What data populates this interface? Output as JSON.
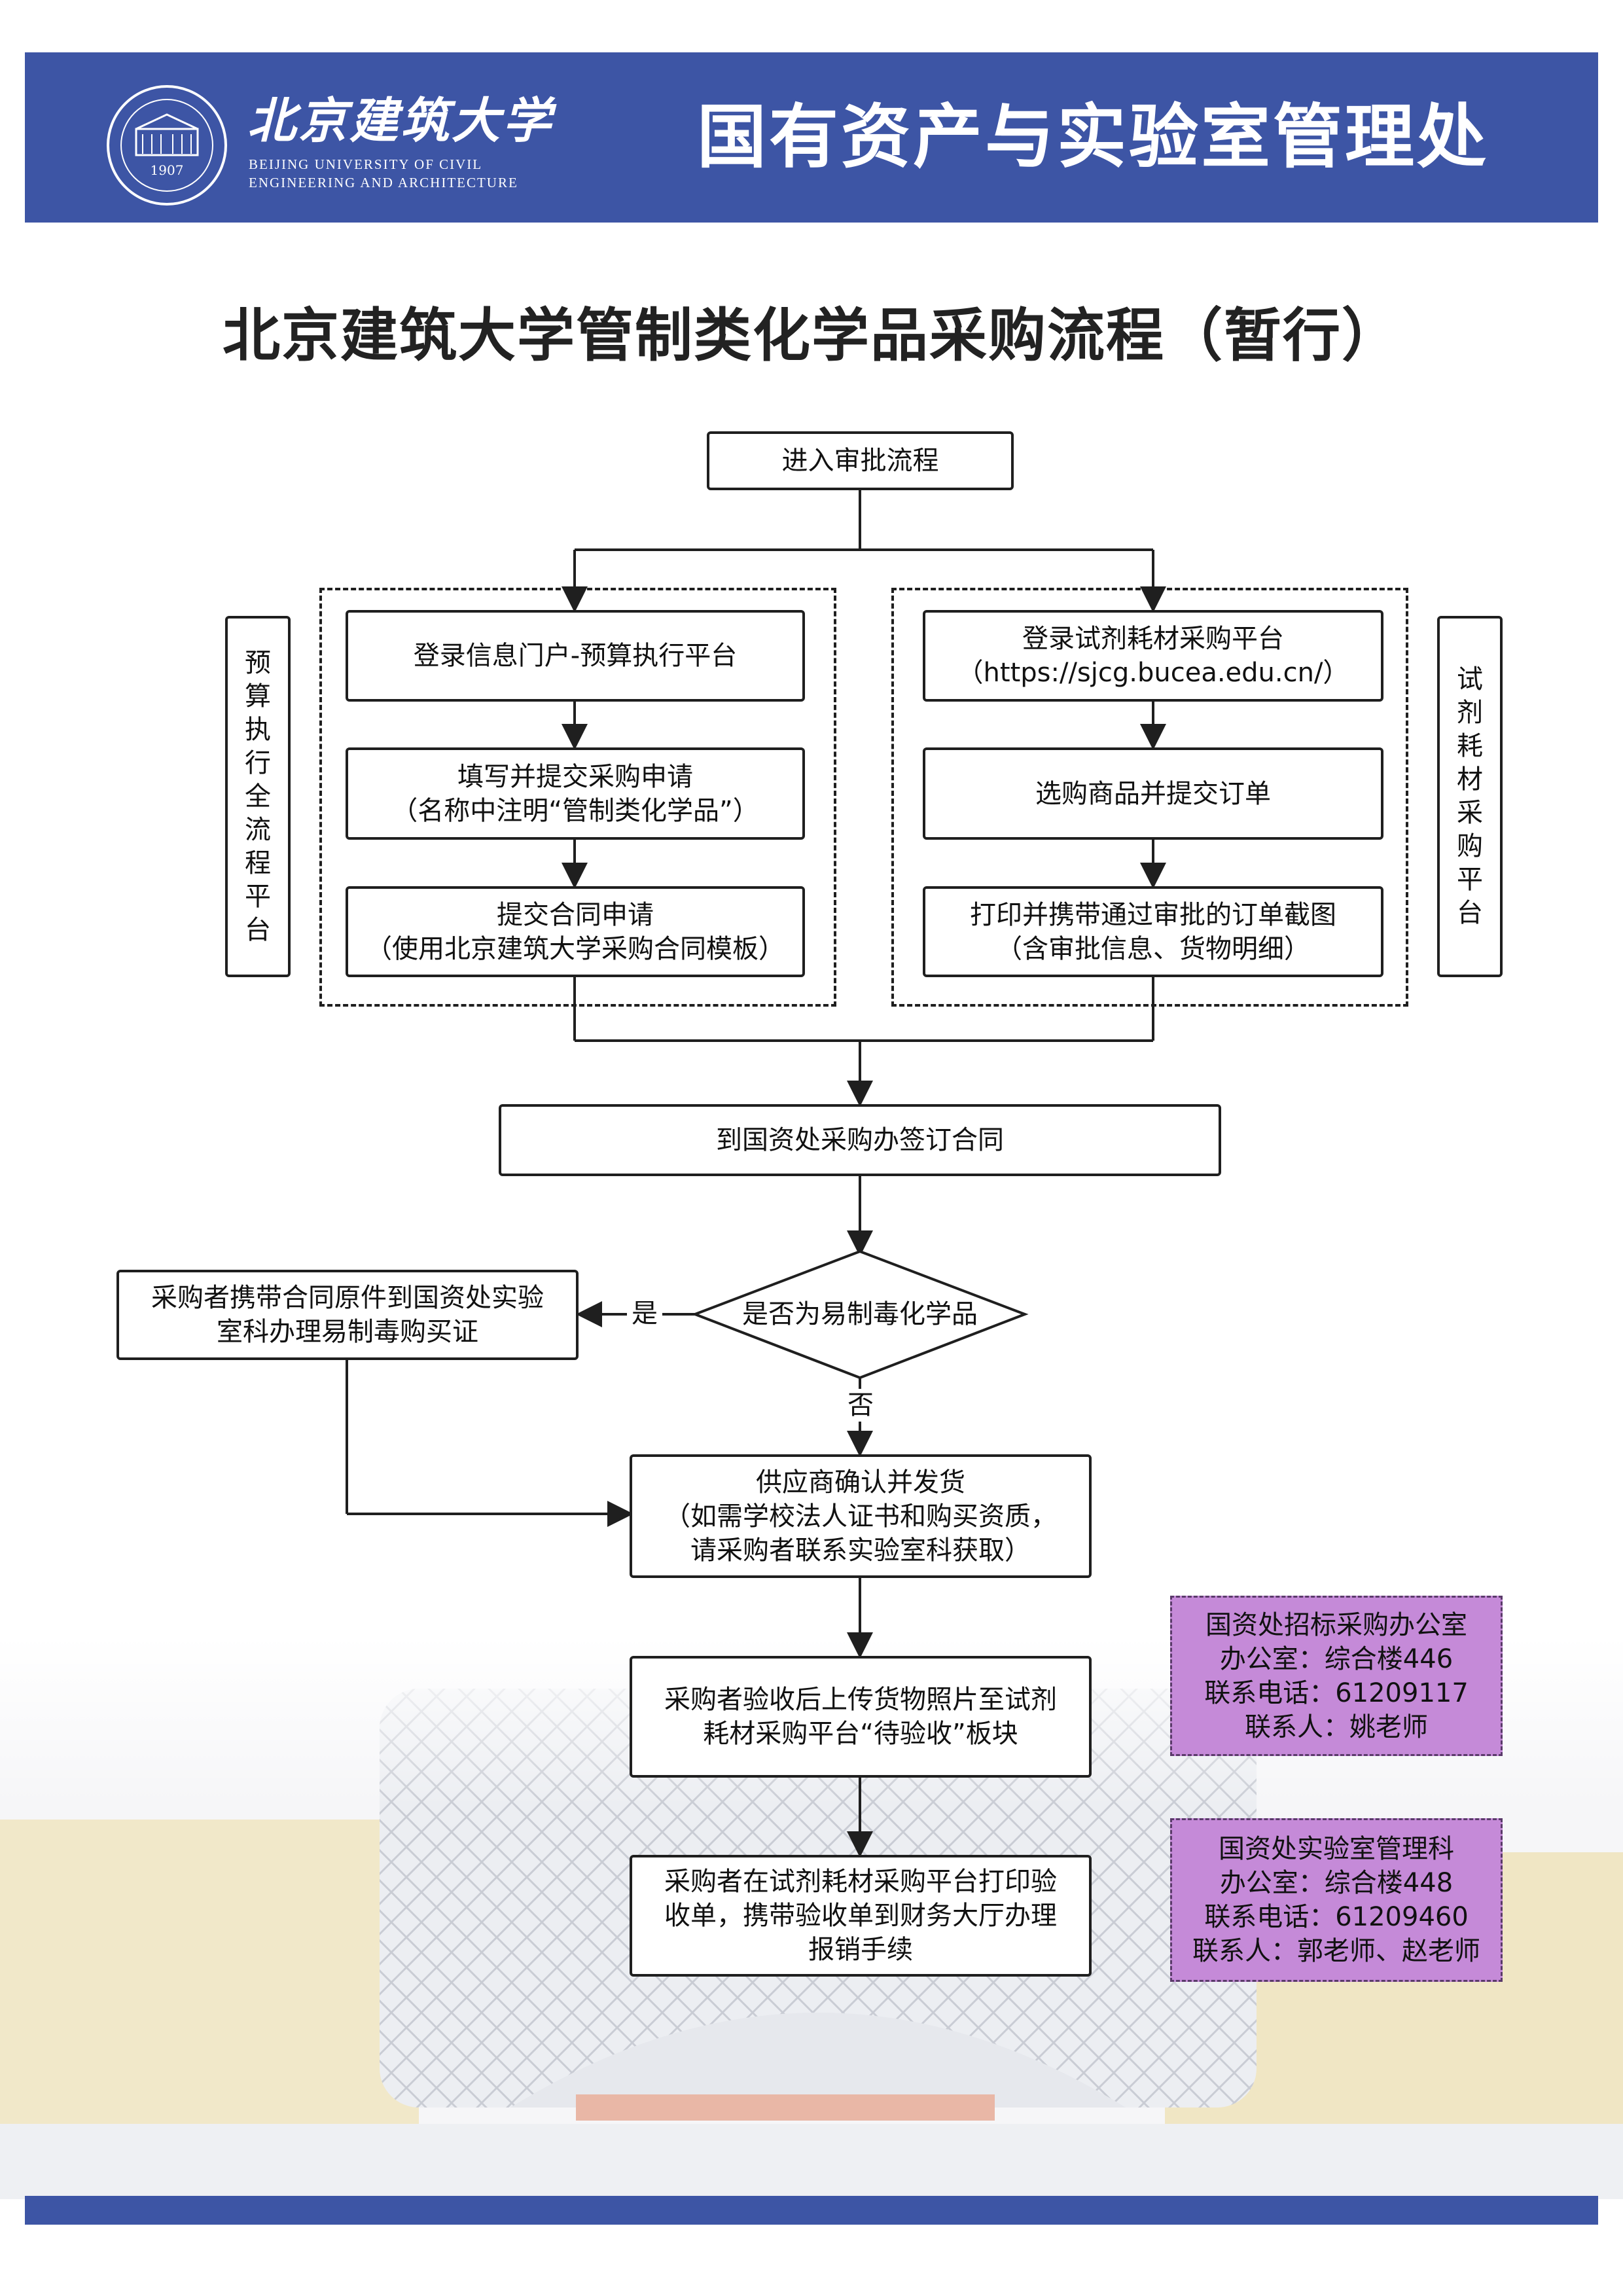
{
  "header": {
    "logo_cn": "北京建筑大学",
    "logo_en_line1": "BEIJING UNIVERSITY OF CIVIL",
    "logo_en_line2": "ENGINEERING AND ARCHITECTURE",
    "seal_year": "1907",
    "department": "国有资产与实验室管理处",
    "colors": {
      "banner": "#3d55a5",
      "text": "#ffffff"
    }
  },
  "title": "北京建筑大学管制类化学品采购流程（暂行）",
  "flow": {
    "start": "进入审批流程",
    "left_platform_label": [
      "预",
      "算",
      "执",
      "行",
      "全",
      "流",
      "程",
      "平",
      "台"
    ],
    "right_platform_label": [
      "试",
      "剂",
      "耗",
      "材",
      "采",
      "购",
      "平",
      "台"
    ],
    "left_steps": [
      [
        "登录信息门户-预算执行平台"
      ],
      [
        "填写并提交采购申请",
        "（名称中注明“管制类化学品”）"
      ],
      [
        "提交合同申请",
        "（使用北京建筑大学采购合同模板）"
      ]
    ],
    "right_steps": [
      [
        "登录试剂耗材采购平台",
        "（https://sjcg.bucea.edu.cn/）"
      ],
      [
        "选购商品并提交订单"
      ],
      [
        "打印并携带通过审批的订单截图",
        "（含审批信息、货物明细）"
      ]
    ],
    "sign_contract": "到国资处采购办签订合同",
    "decision": "是否为易制毒化学品",
    "yes_label": "是",
    "no_label": "否",
    "yes_box": [
      "采购者携带合同原件到国资处实验",
      "室科办理易制毒购买证"
    ],
    "supplier": [
      "供应商确认并发货",
      "（如需学校法人证书和购买资质，",
      "请采购者联系实验室科获取）"
    ],
    "acceptance": [
      "采购者验收后上传货物照片至试剂",
      "耗材采购平台“待验收”板块"
    ],
    "reimburse": [
      "采购者在试剂耗材采购平台打印验",
      "收单，携带验收单到财务大厅办理",
      "报销手续"
    ]
  },
  "contacts": [
    [
      "国资处招标采购办公室",
      "办公室：综合楼446",
      "联系电话：61209117",
      "联系人：姚老师"
    ],
    [
      "国资处实验室管理科",
      "办公室：综合楼448",
      "联系电话：61209460",
      "联系人：郭老师、赵老师"
    ]
  ],
  "colors": {
    "contact_fill": "#c58ad8",
    "line": "#1f1f1f",
    "footer": "#3d55a5"
  }
}
